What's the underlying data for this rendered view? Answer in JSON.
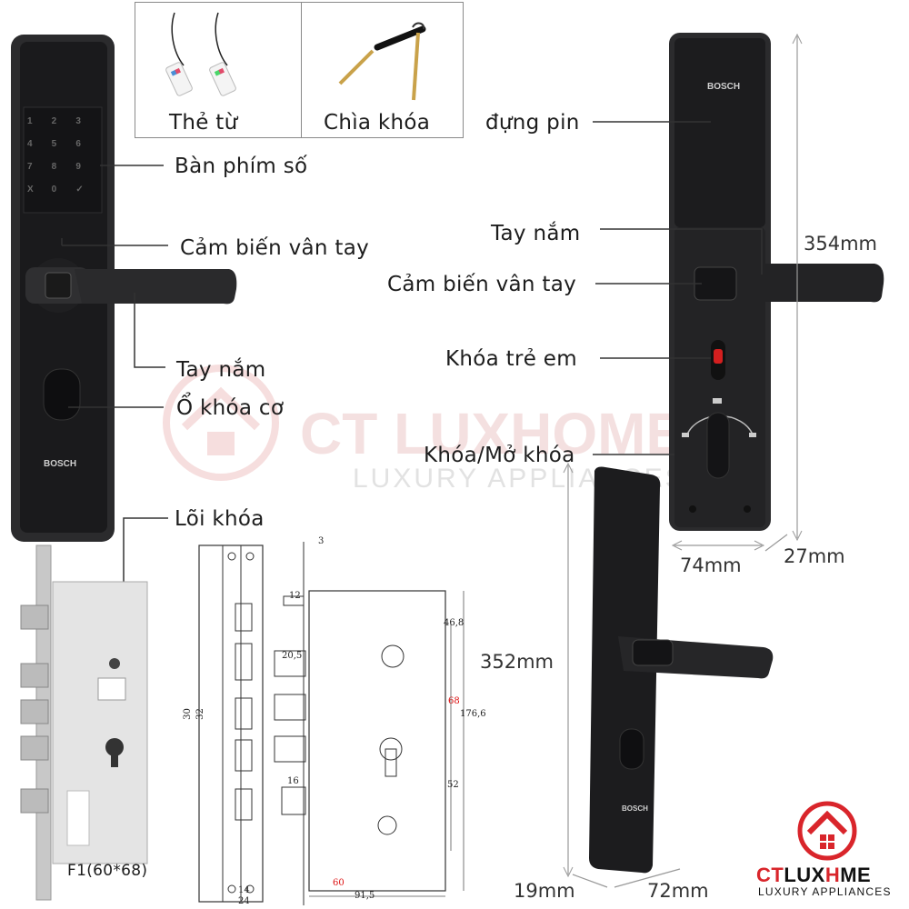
{
  "accessories": {
    "card_label": "Thẻ từ",
    "key_label": "Chìa khóa"
  },
  "front_labels": {
    "keypad": "Bàn phím số",
    "fingerprint": "Cảm biến vân tay",
    "handle": "Tay nắm",
    "mech_keyhole": "Ổ khóa cơ",
    "lock_core": "Lõi khóa"
  },
  "rear_labels": {
    "battery": "đựng pin",
    "handle": "Tay nắm",
    "fingerprint": "Cảm biến vân tay",
    "child_lock": "Khóa trẻ em",
    "lock_unlock": "Khóa/Mở khóa"
  },
  "dimensions": {
    "rear_height": "354mm",
    "rear_width": "74mm",
    "rear_depth": "27mm",
    "side_height": "352mm",
    "side_depth": "19mm",
    "side_width": "72mm"
  },
  "mortise": {
    "model": "F1(60*68)",
    "dims": {
      "d3": "3",
      "d12": "12",
      "d46_8": "46,8",
      "d20_5": "20,5",
      "d68": "68",
      "d176_6": "176,6",
      "d52": "52",
      "d16": "16",
      "d60": "60",
      "d91_5": "91,5",
      "d30": "30",
      "d32": "32",
      "d14": "14",
      "d24": "24"
    }
  },
  "brand": {
    "device_logo": "BOSCH",
    "logo_main_a": "CT",
    "logo_main_b": "LUX",
    "logo_main_c": "H",
    "logo_main_d": "ME",
    "logo_sub": "LUXURY APPLIANCES",
    "watermark_main": "CT LUXHOME",
    "watermark_sub": "LUXURY APPLIANCES",
    "accent": "#d9252b"
  },
  "keypad_keys": [
    "1",
    "2",
    "3",
    "4",
    "5",
    "6",
    "7",
    "8",
    "9",
    "X",
    "0",
    "✓"
  ]
}
